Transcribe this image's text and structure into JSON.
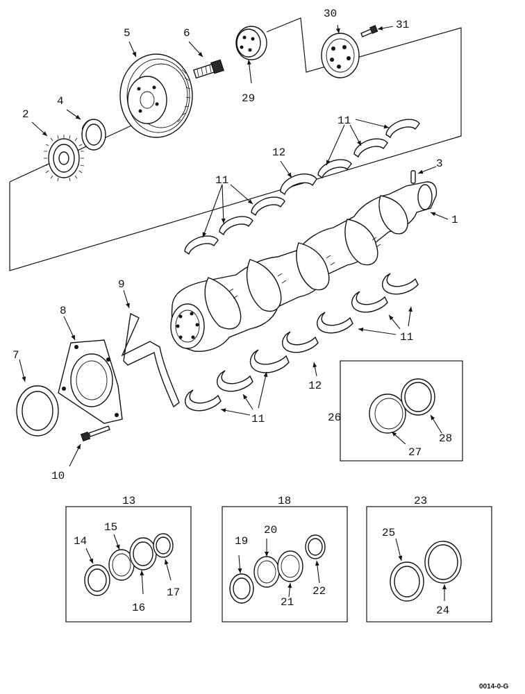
{
  "drawing_code": "0014-0-G",
  "callouts": {
    "c1": "1",
    "c2": "2",
    "c3": "3",
    "c4": "4",
    "c5": "5",
    "c6": "6",
    "c7": "7",
    "c8": "8",
    "c9": "9",
    "c10": "10",
    "c11a": "11",
    "c11b": "11",
    "c11c": "11",
    "c11d": "11",
    "c12a": "12",
    "c12b": "12",
    "c13": "13",
    "c14": "14",
    "c15": "15",
    "c16": "16",
    "c17": "17",
    "c18": "18",
    "c19": "19",
    "c20": "20",
    "c21": "21",
    "c22": "22",
    "c23": "23",
    "c24": "24",
    "c25": "25",
    "c26": "26",
    "c27": "27",
    "c28": "28",
    "c29": "29",
    "c30": "30",
    "c31": "31"
  }
}
